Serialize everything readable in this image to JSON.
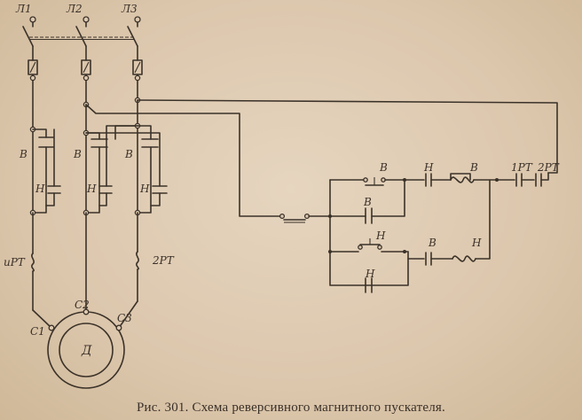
{
  "labels": {
    "L1": "Л1",
    "L2": "Л2",
    "L3": "Л3",
    "B": "В",
    "H": "Н",
    "RT1": "1РТ",
    "RT2": "2РТ",
    "RT1_left": "иРТ",
    "C1": "С1",
    "C2": "С2",
    "C3": "С3",
    "motor": "Д"
  },
  "caption": "Рис. 301. Схема реверсивного магнитного пускателя."
}
